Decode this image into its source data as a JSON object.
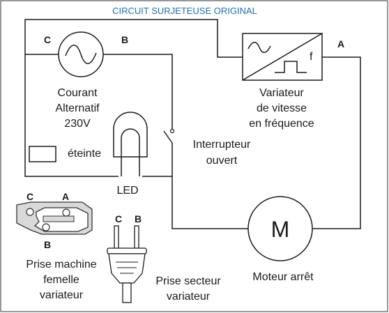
{
  "title": "CIRCUIT SURJETEUSE ORIGINAL",
  "colors": {
    "title": "#1f6fb5",
    "switch_label": "#3aa648",
    "wire": "#1a1a1a"
  },
  "ac_source": {
    "line1": "Courant",
    "line2": "Alternatif",
    "line3": "230V",
    "terminal_left": "C",
    "terminal_right": "B"
  },
  "indicator": {
    "label": "éteinte"
  },
  "led": {
    "label": "LED"
  },
  "switch": {
    "line1": "Interrupteur",
    "line2": "ouvert"
  },
  "variator": {
    "line1": "Variateur",
    "line2": "de vitesse",
    "line3": "en fréquence",
    "freq_symbol": "f",
    "terminal": "A"
  },
  "motor": {
    "symbol": "M",
    "label": "Moteur arrêt"
  },
  "machine_socket": {
    "pin_c": "C",
    "pin_a": "A",
    "pin_b": "B",
    "line1": "Prise machine",
    "line2": "femelle",
    "line3": "variateur"
  },
  "mains_plug": {
    "pin_c": "C",
    "pin_b": "B",
    "line1": "Prise secteur",
    "line2": "variateur"
  }
}
